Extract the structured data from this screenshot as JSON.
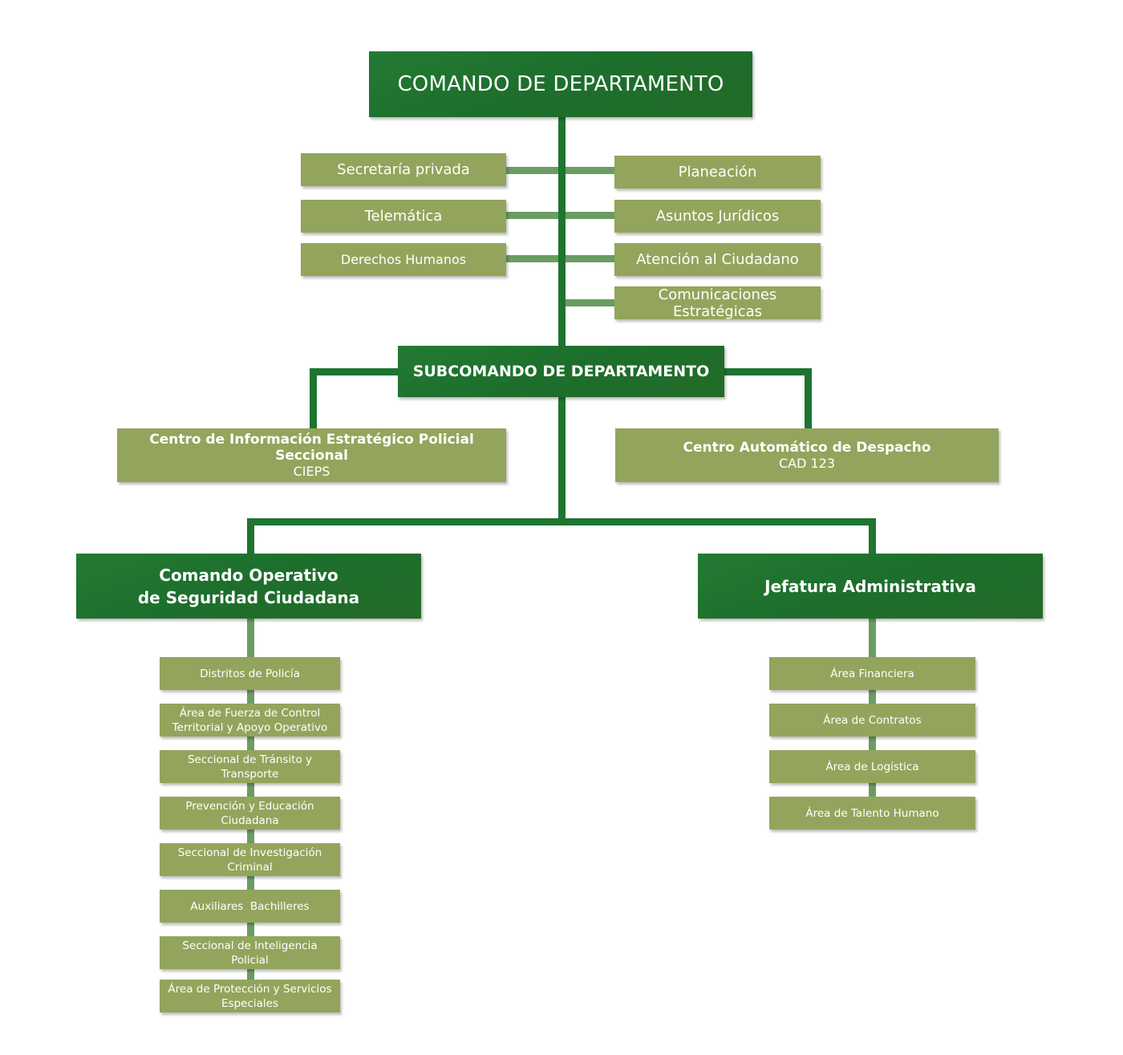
{
  "top": {
    "title": "COMANDO DE DEPARTAMENTO"
  },
  "staff_left": [
    {
      "label": "Secretaría privada"
    },
    {
      "label": "Telemática"
    },
    {
      "label": "Derechos Humanos"
    }
  ],
  "staff_right": [
    {
      "label": "Planeación"
    },
    {
      "label": "Asuntos Jurídicos"
    },
    {
      "label": "Atención al Ciudadano"
    },
    {
      "label": "Comunicaciones Estratégicas"
    }
  ],
  "sub": {
    "title": "SUBCOMANDO DE DEPARTAMENTO"
  },
  "centers": [
    {
      "name": "Centro de Información Estratégico Policial Seccional",
      "acronym": "CIEPS"
    },
    {
      "name": "Centro Automático de Despacho",
      "acronym": "CAD 123"
    }
  ],
  "operativo": {
    "title_line1": "Comando Operativo",
    "title_line2": "de Seguridad Ciudadana",
    "units": [
      {
        "line1": "Distritos de Policía",
        "line2": ""
      },
      {
        "line1": "Área de Fuerza de Control",
        "line2": "Territorial y Apoyo Operativo"
      },
      {
        "line1": "Seccional de Tránsito y",
        "line2": "Transporte"
      },
      {
        "line1": "Prevención y Educación",
        "line2": "Ciudadana"
      },
      {
        "line1": "Seccional de Investigación",
        "line2": "Criminal"
      },
      {
        "line1": "Auxiliares  Bachilleres",
        "line2": ""
      },
      {
        "line1": "Seccional de Inteligencia",
        "line2": "Policial"
      },
      {
        "line1": "Área de Protección y Servicios",
        "line2": "Especiales"
      }
    ]
  },
  "administrativa": {
    "title": "Jefatura Administrativa",
    "units": [
      {
        "label": "Área Financiera"
      },
      {
        "label": "Área de Contratos"
      },
      {
        "label": "Área de Logística"
      },
      {
        "label": "Área de Talento Humano"
      }
    ]
  },
  "colors": {
    "dark_green": "#1e7530",
    "olive": "#93a55c",
    "connector_light": "#6a9d62"
  }
}
